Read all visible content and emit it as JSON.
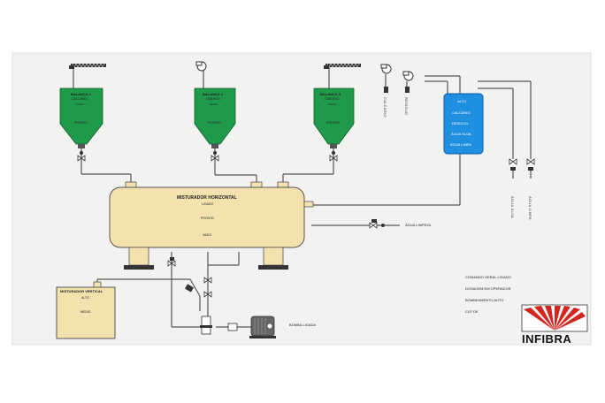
{
  "colors": {
    "panel": "#f2f3f1",
    "pipe": "#555555",
    "silo_green": "#1f9a4a",
    "tank_blue": "#1f8fe0",
    "mixer_fill": "#f3e2ad",
    "logo_red": "#d2261e"
  },
  "silos": [
    {
      "name": "BALANÇA 1",
      "material": "CALCÁRIO",
      "state": "VAZIO",
      "status": "PRONTO"
    },
    {
      "name": "BALANÇA 2",
      "material": "CIMENTO",
      "state": "VAZIO",
      "status": "PRONTO"
    },
    {
      "name": "BALANÇA 3",
      "material": "CIMENTO",
      "state": "VAZIO",
      "status": "PRONTO"
    }
  ],
  "water_tank": {
    "labels": [
      "ALTO",
      "CALCÁRIO",
      "RESIDUO",
      "ÁGUA SUJA",
      "ÁGUA LIMPA"
    ]
  },
  "inlet_labels": [
    "CALCÁRIO",
    "RESÍDUO"
  ],
  "mixer": {
    "title": "MISTURADOR HORIZONTAL",
    "state": "LIGADO",
    "status": "PRONTO",
    "level": "VAZIO"
  },
  "agua_limpa_label": "ÁGUA LIMPEZA",
  "vertical_pipes": [
    "ÁGUA SUJA",
    "ÁGUA LIMPA"
  ],
  "vertical_mixer": {
    "title": "MISTURADOR VERTICAL",
    "level_high": "ALTO",
    "level_mid": "MEDIO"
  },
  "pump_label": "BOMBA LIGADA",
  "status_list": [
    "COMANDO GERAL LIGADO",
    "DOSAGEM EM OPERADOR",
    "BOMBEAMENTO AUTO",
    "CLP OK"
  ],
  "logo": {
    "text": "INFIBRA"
  }
}
